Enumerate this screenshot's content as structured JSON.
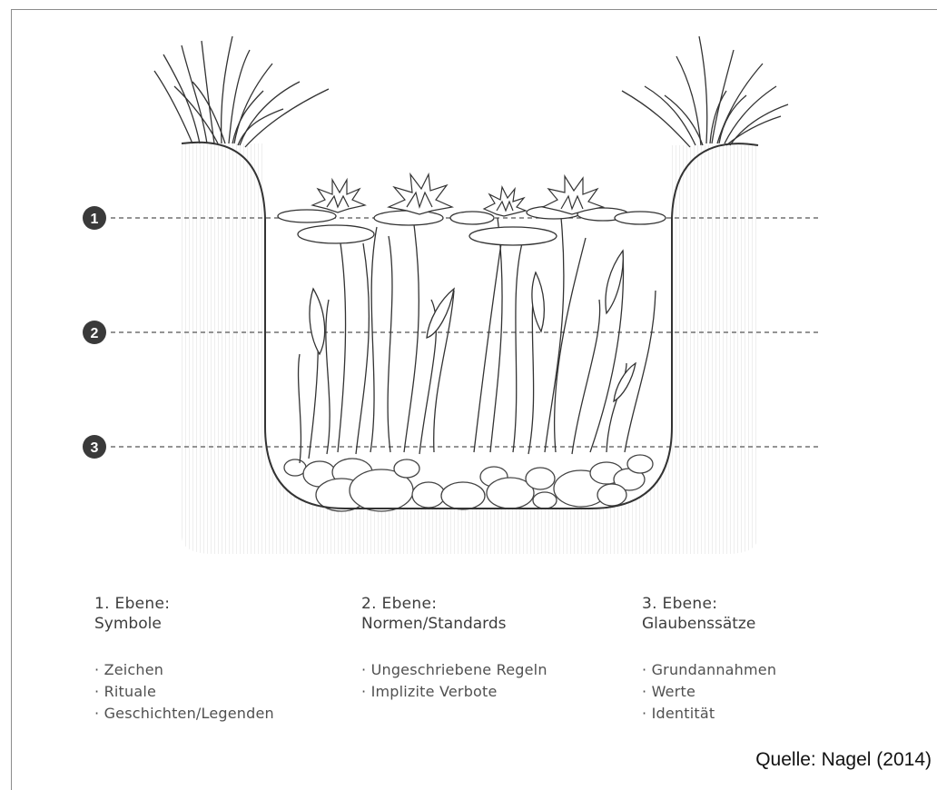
{
  "levels": [
    {
      "number": "1",
      "heading": "1. Ebene:",
      "title": "Symbole",
      "items": [
        "Zeichen",
        "Rituale",
        "Geschichten/Legenden"
      ]
    },
    {
      "number": "2",
      "heading": "2. Ebene:",
      "title": "Normen/Standards",
      "items": [
        "Ungeschriebene Regeln",
        "Implizite Verbote"
      ]
    },
    {
      "number": "3",
      "heading": "3. Ebene:",
      "title": "Glaubenssätze",
      "items": [
        "Grundannahmen",
        "Werte",
        "Identität"
      ]
    }
  ],
  "source": "Quelle: Nagel (2014)"
}
